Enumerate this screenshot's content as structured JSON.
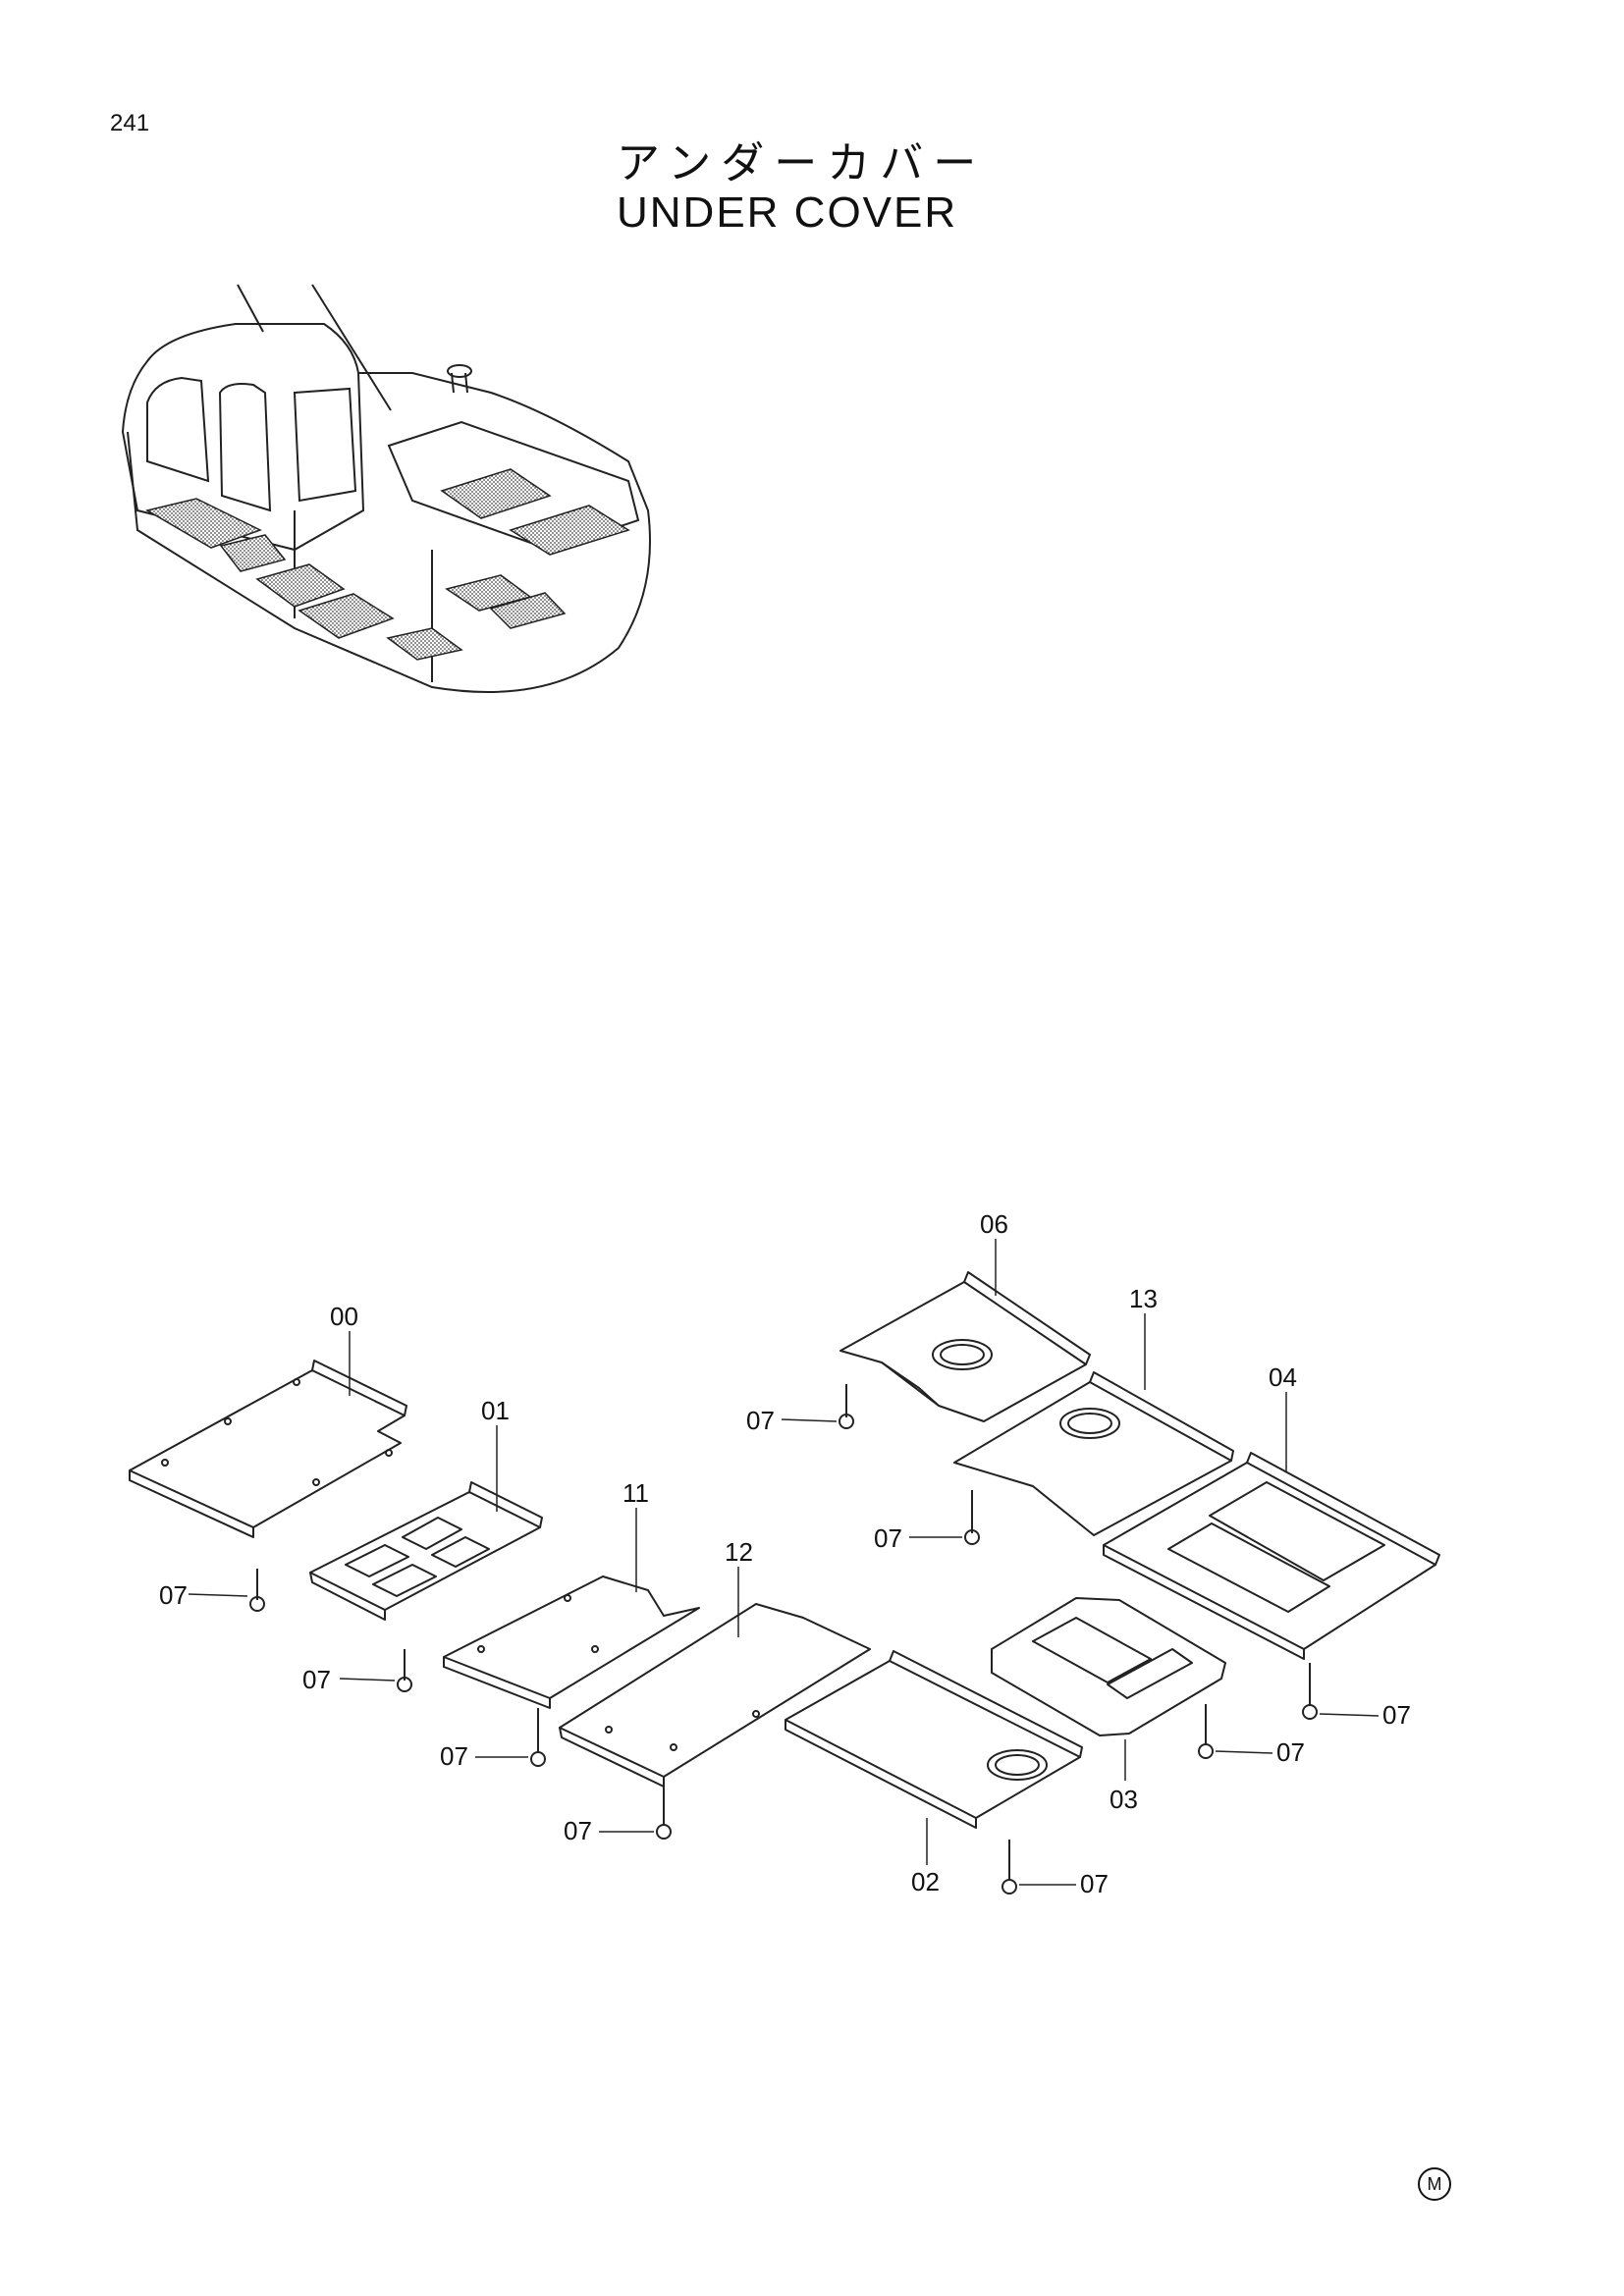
{
  "page": {
    "number": "241",
    "title_jp": "アンダーカバー",
    "title_en": "UNDER COVER",
    "mark": "M"
  },
  "parts": [
    {
      "id": "p00",
      "callout": "00"
    },
    {
      "id": "p01",
      "callout": "01"
    },
    {
      "id": "p11",
      "callout": "11"
    },
    {
      "id": "p12",
      "callout": "12"
    },
    {
      "id": "p02",
      "callout": "02"
    },
    {
      "id": "p06",
      "callout": "06"
    },
    {
      "id": "p13",
      "callout": "13"
    },
    {
      "id": "p04",
      "callout": "04"
    },
    {
      "id": "p03",
      "callout": "03"
    }
  ],
  "bolt_callout": "07"
}
